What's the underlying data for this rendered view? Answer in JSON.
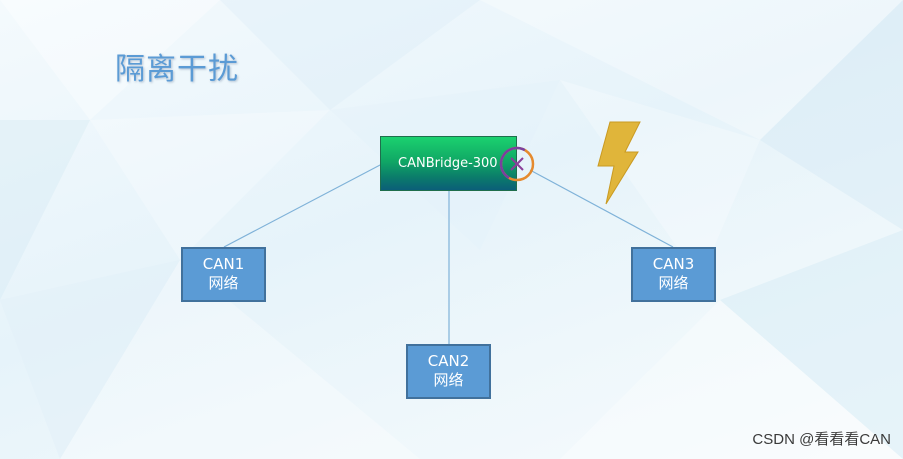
{
  "title": "隔离干扰",
  "bridge": {
    "label": "CANBridge-300"
  },
  "nodes": {
    "can1": {
      "name": "CAN1",
      "sub": "网络"
    },
    "can2": {
      "name": "CAN2",
      "sub": "网络"
    },
    "can3": {
      "name": "CAN3",
      "sub": "网络"
    }
  },
  "links": [
    {
      "from": "CANBridge-300",
      "to": "CAN1",
      "blocked": false
    },
    {
      "from": "CANBridge-300",
      "to": "CAN2",
      "blocked": false
    },
    {
      "from": "CANBridge-300",
      "to": "CAN3",
      "blocked": true
    }
  ],
  "icons": {
    "block": "blocked-port-icon",
    "interference": "lightning-bolt-icon"
  },
  "colors": {
    "title": "#5b9bd5",
    "node_fill": "#5b9bd5",
    "node_border": "#41719c",
    "bridge_top": "#1bd16f",
    "bridge_bottom": "#0b5e78",
    "wire": "#7fb2d8",
    "bolt": "#e0b53a"
  },
  "watermark": "CSDN @看看看CAN"
}
